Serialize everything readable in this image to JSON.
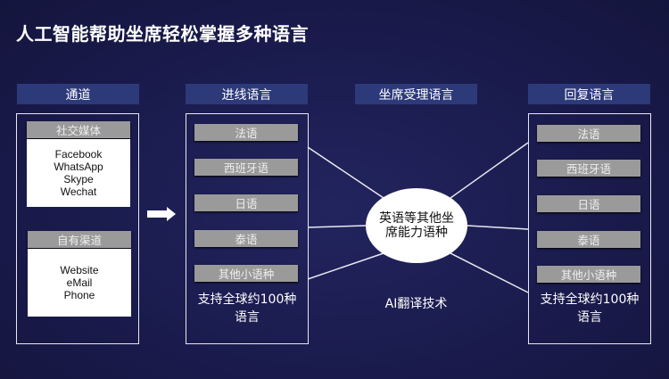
{
  "title": "人工智能帮助坐席轻松掌握多种语言",
  "columns": {
    "channel": "通道",
    "incoming": "进线语言",
    "agent": "坐席受理语言",
    "reply": "回复语言"
  },
  "channel": {
    "social": {
      "label": "社交媒体",
      "items": [
        "Facebook",
        "WhatsApp",
        "Skype",
        "Wechat"
      ]
    },
    "own": {
      "label": "自有渠道",
      "items": [
        "Website",
        "eMail",
        "Phone"
      ]
    }
  },
  "incoming": {
    "languages": [
      "法语",
      "西班牙语",
      "日语",
      "泰语",
      "其他小语种"
    ],
    "note": "支持全球约100种语言"
  },
  "agent": {
    "center": "英语等其他坐席能力语种",
    "tech": "AI翻译技术"
  },
  "reply": {
    "languages": [
      "法语",
      "西班牙语",
      "日语",
      "泰语",
      "其他小语种"
    ],
    "note": "支持全球约100种语言"
  }
}
